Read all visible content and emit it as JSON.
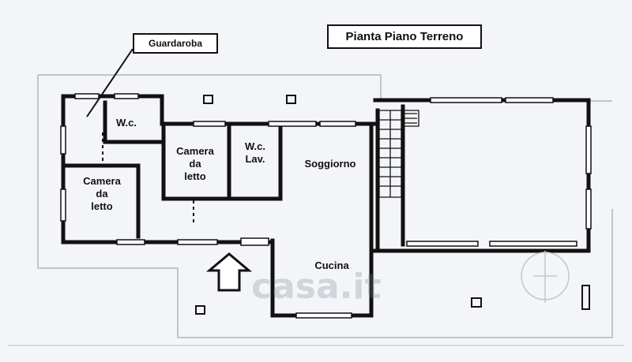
{
  "title": "Pianta Piano Terreno",
  "callout": "Guardaroba",
  "rooms": {
    "wc1": "W.c.",
    "camera1": [
      "Camera",
      "da",
      "letto"
    ],
    "camera2": [
      "Camera",
      "da",
      "letto"
    ],
    "wc2": [
      "W.c.",
      "Lav."
    ],
    "soggiorno": "Soggiorno",
    "cucina": "Cucina"
  },
  "watermark": "casa.it",
  "colors": {
    "wall": "#111111",
    "paper": "#f4f5f8",
    "faint": "#b8bcc6"
  }
}
